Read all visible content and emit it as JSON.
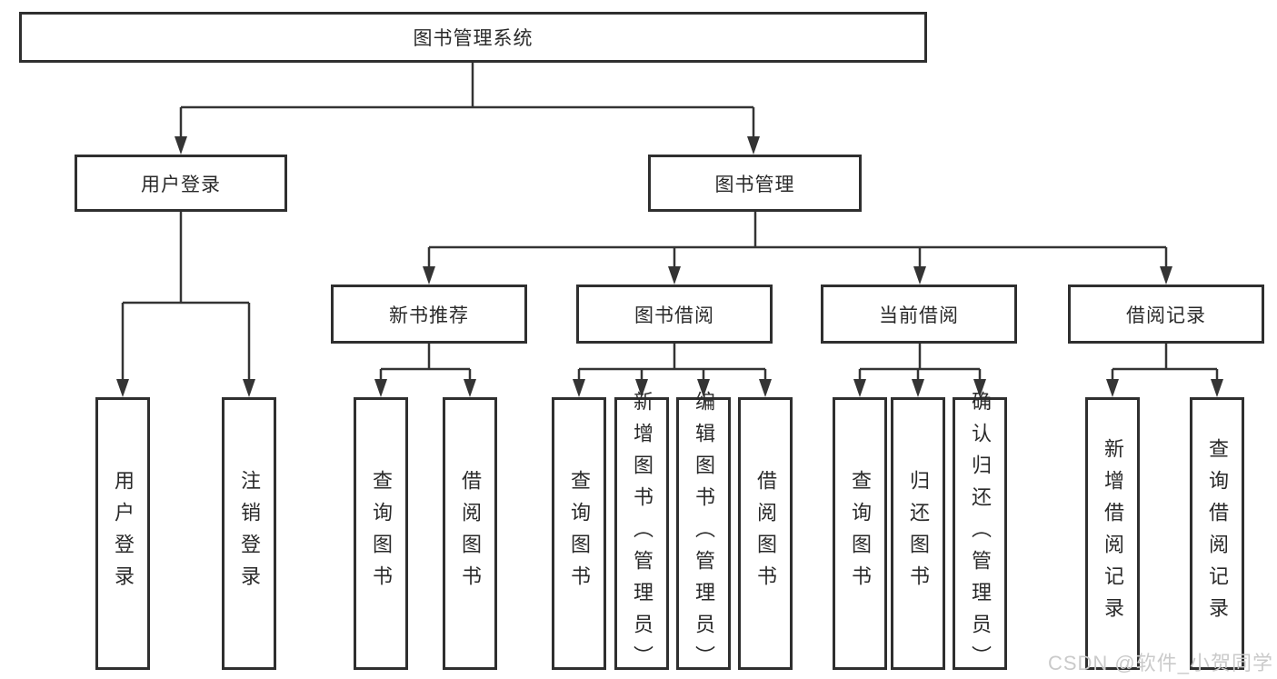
{
  "colors": {
    "background": "#ffffff",
    "line": "#343434",
    "box_border": "#2f2f2f",
    "box_fill": "#ffffff",
    "text": "#2a2a2a",
    "watermark": "#cacaca"
  },
  "tree": {
    "root": {
      "label": "图书管理系统"
    },
    "level2": [
      {
        "label": "用户登录"
      },
      {
        "label": "图书管理"
      }
    ],
    "level3": [
      {
        "label": "新书推荐"
      },
      {
        "label": "图书借阅"
      },
      {
        "label": "当前借阅"
      },
      {
        "label": "借阅记录"
      }
    ],
    "leaves": {
      "user_login": [
        "用户登录",
        "注销登录"
      ],
      "new_book_recommend": [
        "查询图书",
        "借阅图书"
      ],
      "book_borrow": [
        "查询图书",
        "新增图书（管理员）",
        "编辑图书（管理员）",
        "借阅图书"
      ],
      "current_borrow": [
        "查询图书",
        "归还图书",
        "确认归还（管理员）"
      ],
      "borrow_records": [
        "新增借阅记录",
        "查询借阅记录"
      ]
    }
  },
  "watermark": {
    "text": "CSDN @软件_小贺同学"
  }
}
